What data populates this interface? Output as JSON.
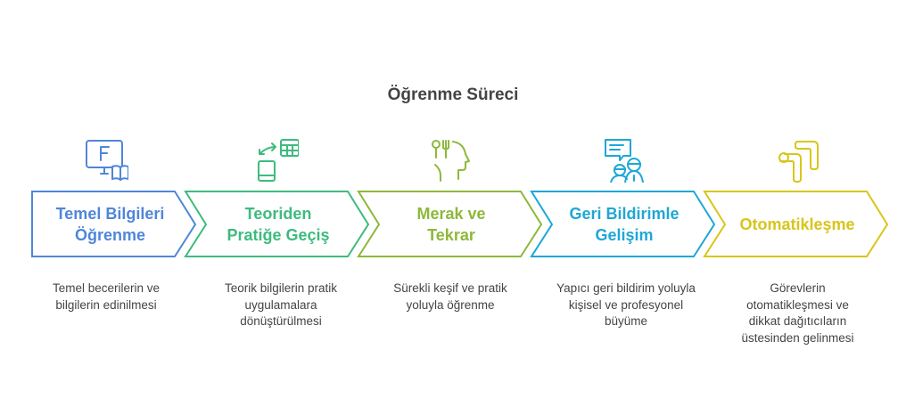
{
  "title": "Öğrenme Süreci",
  "steps": [
    {
      "label_line1": "Temel Bilgileri",
      "label_line2": "Öğrenme",
      "description": "Temel becerilerin ve bilgilerin edinilmesi",
      "color": "#4F86D9",
      "icon": "computer-book-icon"
    },
    {
      "label_line1": "Teoriden",
      "label_line2": "Pratiğe Geçiş",
      "description": "Teorik bilgilerin pratik uygulamalara dönüştürülmesi",
      "color": "#3DBB7E",
      "icon": "phone-table-exchange-icon"
    },
    {
      "label_line1": "Merak ve",
      "label_line2": "Tekrar",
      "description": "Sürekli keşif ve pratik yoluyla öğrenme",
      "color": "#8DB93A",
      "icon": "head-utensils-icon"
    },
    {
      "label_line1": "Geri Bildirimle",
      "label_line2": "Gelişim",
      "description": "Yapıcı geri bildirim yoluyla kişisel ve profesyonel büyüme",
      "color": "#1EA7D6",
      "icon": "feedback-people-icon"
    },
    {
      "label_line1": "Otomatikleşme",
      "label_line2": "",
      "description": "Görevlerin otomatikleşmesi ve dikkat dağıtıcıların üstesinden gelinmesi",
      "color": "#D9C51A",
      "icon": "automation-pipe-icon"
    }
  ]
}
